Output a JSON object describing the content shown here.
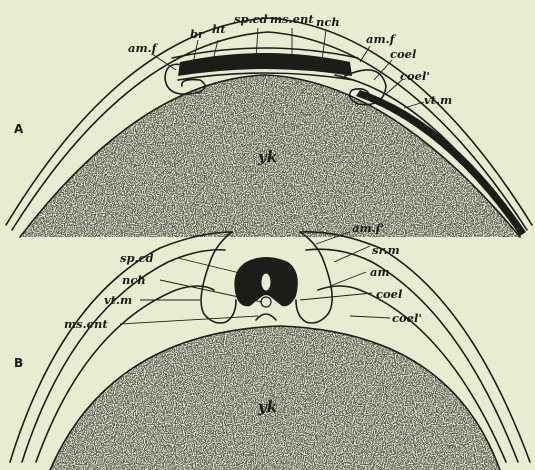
{
  "figure": {
    "panel_a": {
      "letter": "A",
      "labels": {
        "br": "br",
        "ht": "ht",
        "sp_cd": "sp.cd",
        "ms_ent": "ms.ent",
        "nch": "nch",
        "am_f_left": "am.f",
        "am_f_right": "am.f",
        "coel": "coel",
        "coel_prime": "coel'",
        "vt_m": "vt.m",
        "yk": "yk"
      }
    },
    "panel_b": {
      "letter": "B",
      "labels": {
        "am_f_prime": "am.f'",
        "sr_m": "sr.m",
        "am": "am",
        "coel": "coel",
        "coel_prime": "coel'",
        "sp_cd": "sp.cd",
        "nch": "nch",
        "vt_m": "vt.m",
        "ms_ent": "ms.ent",
        "yk": "yk"
      }
    },
    "colors": {
      "paper": "#e9ecd0",
      "ink": "#1c1c18"
    }
  }
}
